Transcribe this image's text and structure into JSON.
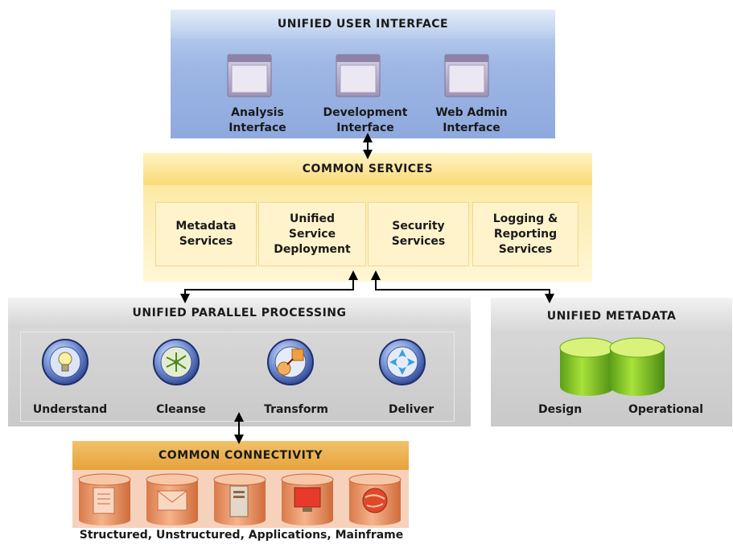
{
  "user_interface": {
    "title": "UNIFIED USER INTERFACE",
    "items": [
      {
        "line1": "Analysis",
        "line2": "Interface"
      },
      {
        "line1": "Development",
        "line2": "Interface"
      },
      {
        "line1": "Web Admin",
        "line2": "Interface"
      }
    ]
  },
  "common_services": {
    "title": "COMMON SERVICES",
    "items": [
      {
        "lines": [
          "Metadata",
          "Services"
        ]
      },
      {
        "lines": [
          "Unified",
          "Service",
          "Deployment"
        ]
      },
      {
        "lines": [
          "Security",
          "Services"
        ]
      },
      {
        "lines": [
          "Logging &",
          "Reporting",
          "Services"
        ]
      }
    ]
  },
  "parallel_processing": {
    "title": "UNIFIED PARALLEL PROCESSING",
    "steps": [
      "Understand",
      "Cleanse",
      "Transform",
      "Deliver"
    ]
  },
  "metadata": {
    "title": "UNIFIED METADATA",
    "labels": [
      "Design",
      "Operational"
    ]
  },
  "connectivity": {
    "title": "COMMON CONNECTIVITY",
    "footer": "Structured, Unstructured, Applications, Mainframe"
  },
  "colors": {
    "ui_blue": "#9db6e4",
    "services_yellow": "#fbe48a",
    "processing_gray": "#cfcfcf",
    "connectivity_orange": "#e7a23c",
    "metadata_green": "#7ec832"
  }
}
